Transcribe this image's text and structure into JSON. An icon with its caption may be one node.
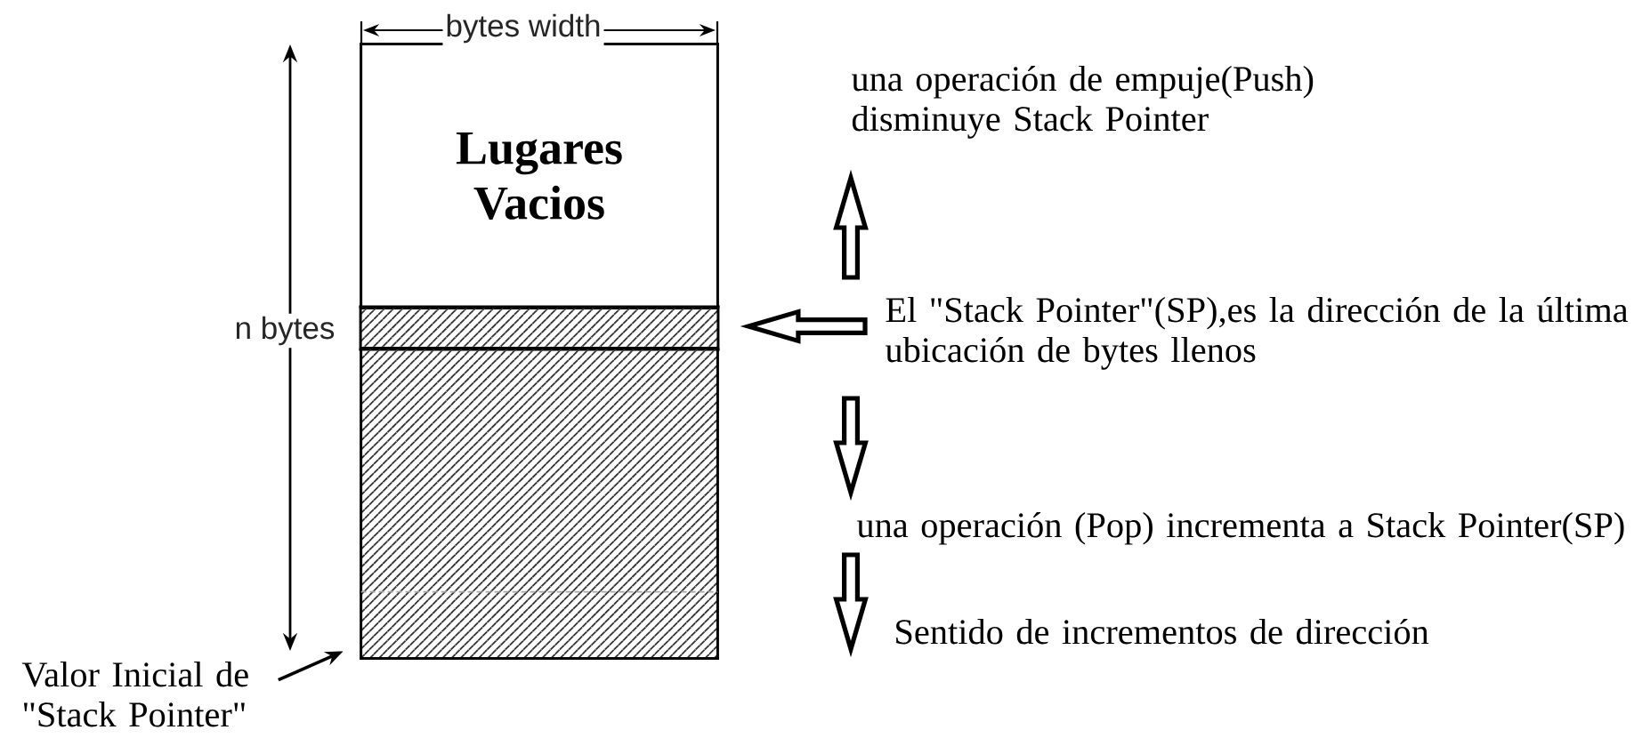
{
  "diagram": {
    "nodes": [
      {
        "text": [
          "Lugares Vacios"
        ]
      },
      {
        "text": [],
        "shape": "box"
      },
      {
        "text": [],
        "shape": "box"
      },
      {
        "text": [],
        "shape": "box"
      },
      {
        "text": [
          "una operación de empuje(Push) disminuye Stack Pointer"
        ]
      },
      {
        "text": [
          "El \"Stack Pointer\"(SP),es la dirección de la última ubicación de bytes llenos"
        ]
      },
      {
        "text": [
          "una operación (Pop) incrementa a Stack Pointer(SP)"
        ]
      },
      {
        "text": [
          "Sentido de incrementos de dirección"
        ]
      },
      {
        "text": [
          "Valor Inicial de \"Stack Pointer\""
        ]
      }
    ],
    "edges": [
      {
        "from": 5,
        "to": 4,
        "arrow": "to",
        "style": "thick"
      },
      {
        "from": 5,
        "to": 1,
        "arrow": "to",
        "style": "thick"
      },
      {
        "from": 5,
        "to": 6,
        "arrow": "to",
        "style": "thick"
      },
      {
        "from": 6,
        "to": 7,
        "arrow": "to",
        "style": "thick"
      },
      {
        "from": 8,
        "to": 3,
        "arrow": "to"
      }
    ],
    "labels": [
      "bytes width",
      "n bytes"
    ]
  }
}
